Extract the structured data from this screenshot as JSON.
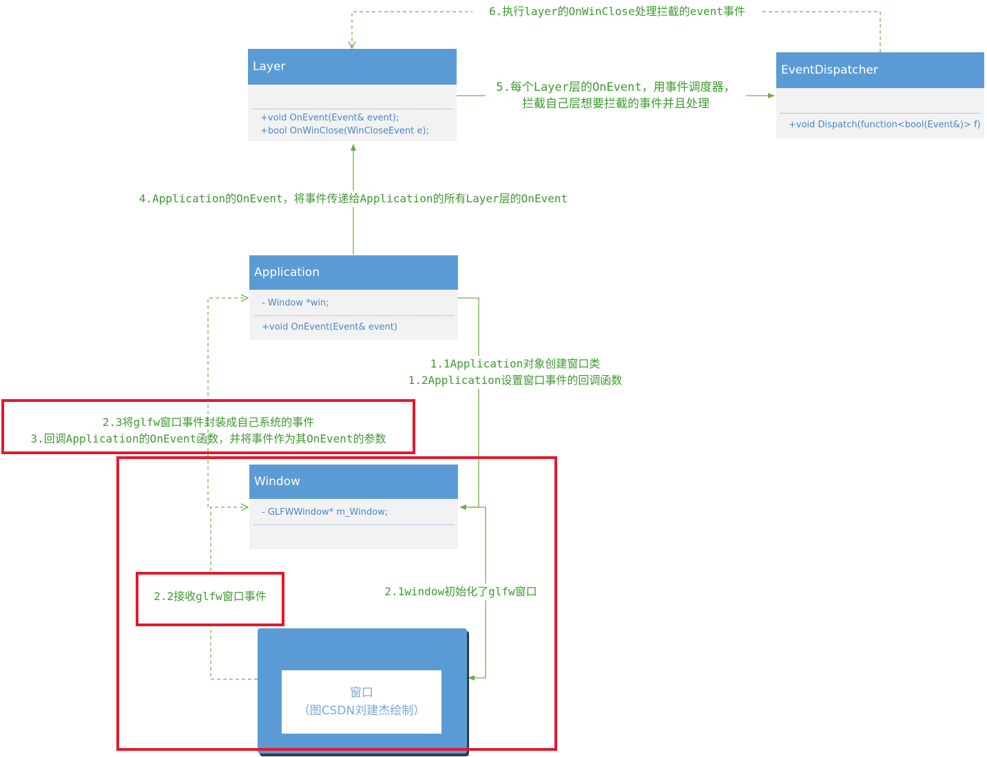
{
  "classes": {
    "layer": {
      "title": "Layer",
      "members": [
        "+void OnEvent(Event& event);",
        "+bool OnWinClose(WinCloseEvent e);"
      ]
    },
    "dispatcher": {
      "title": "EventDispatcher",
      "members": [
        "+void Dispatch(function<bool(Event&)> f)"
      ]
    },
    "application": {
      "title": "Application",
      "fields": [
        "- Window *win;"
      ],
      "members": [
        "+void OnEvent(Event& event)"
      ]
    },
    "window": {
      "title": "Window",
      "fields": [
        "- GLFWWindow* m_Window;"
      ]
    }
  },
  "native_window": {
    "line1": "窗口",
    "line2": "（图CSDN刘建杰绘制）"
  },
  "labels": {
    "step6": "6.执行layer的OnWinClose处理拦截的event事件",
    "step5_line1": "5.每个Layer层的OnEvent，用事件调度器，",
    "step5_line2": "拦截自己层想要拦截的事件并且处理",
    "step4": "4.Application的OnEvent，将事件传递给Application的所有Layer层的OnEvent",
    "step1_line1": "1.1Application对象创建窗口类",
    "step1_line2": "1.2Application设置窗口事件的回调函数",
    "step23_line1": "2.3将glfw窗口事件封装成自己系统的事件",
    "step23_line2": "3.回调Application的OnEvent函数，并将事件作为其OnEvent的参数",
    "step22": "2.2接收glfw窗口事件",
    "step21": "2.1window初始化了glfw窗口"
  },
  "colors": {
    "class_header": "#5b9bd5",
    "class_body": "#f2f2f2",
    "member_text": "#4a86c8",
    "arrow": "#70ad47",
    "label_text": "#3d9a2f",
    "highlight_border": "#e3192b"
  }
}
